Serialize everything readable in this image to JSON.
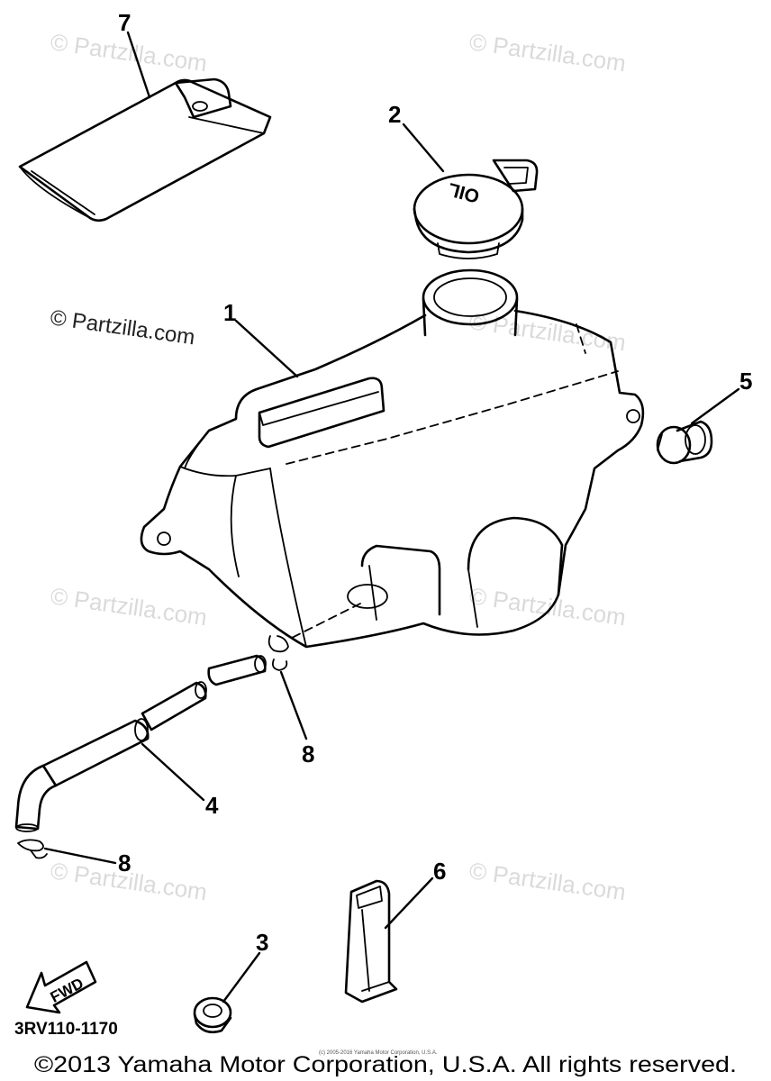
{
  "watermark": "© Partzilla.com",
  "callouts": {
    "tank": "1",
    "cap": "2",
    "grommet": "3",
    "hose": "4",
    "bolt": "5",
    "band": "6",
    "bag": "7",
    "clip_upper": "8",
    "clip_lower": "8"
  },
  "cap_marking": "OIL",
  "fwd_label": "FWD",
  "diagram_code": "3RV110-1170",
  "copyright": "©2013 Yamaha Motor Corporation, U.S.A. All rights reserved.",
  "small_copyright": "(c) 2005-2016 Yamaha Motor Corporation, U.S.A."
}
